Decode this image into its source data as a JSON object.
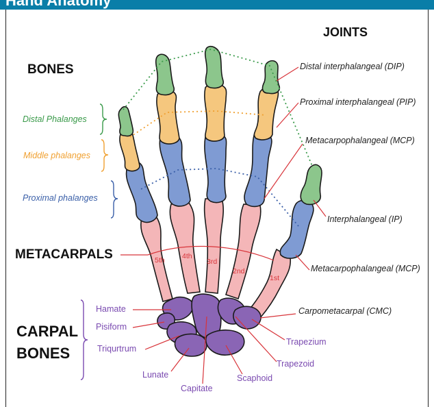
{
  "title": "Hand Anatomy",
  "headings": {
    "bones": "BONES",
    "joints": "JOINTS",
    "metacarpals": "METACARPALS",
    "carpal_line1": "CARPAL",
    "carpal_line2": "BONES"
  },
  "phalanges": {
    "distal": "Distal Phalanges",
    "middle": "Middle phalanges",
    "proximal": "Proximal phalanges"
  },
  "joints": {
    "dip": "Distal interphalangeal (DIP)",
    "pip": "Proximal interphalangeal (PIP)",
    "mcp": "Metacarpophalangeal (MCP)",
    "ip": "Interphalangeal (IP)",
    "thumb_mcp": "Metacarpophalangeal (MCP)",
    "cmc": "Carpometacarpal (CMC)"
  },
  "metacarpal_numbers": [
    "5th",
    "4th",
    "3rd",
    "2nd",
    "1st"
  ],
  "carpals": {
    "hamate": "Hamate",
    "pisiform": "Pisiform",
    "triquetrum": "Triqurtrum",
    "lunate": "Lunate",
    "capitate": "Capitate",
    "scaphoid": "Scaphoid",
    "trapezoid": "Trapezoid",
    "trapezium": "Trapezium"
  },
  "colors": {
    "distal": "#8cc68c",
    "middle": "#f5c77e",
    "proximal": "#7f9bd3",
    "metacarpal": "#f4b6b8",
    "carpal": "#8a65b5",
    "header": "#0a7ea8",
    "pointer": "#d8343a"
  }
}
